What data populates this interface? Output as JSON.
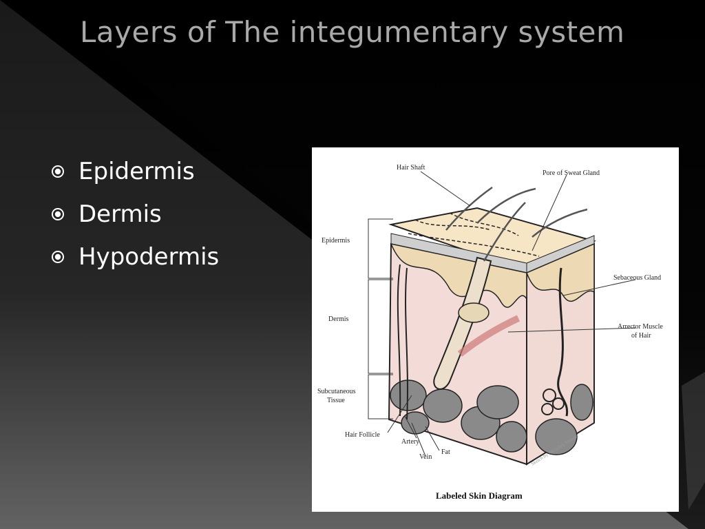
{
  "slide": {
    "title": "Layers of The integumentary system",
    "bullets": [
      {
        "text": "Epidermis"
      },
      {
        "text": "Dermis"
      },
      {
        "text": "Hypodermis"
      }
    ],
    "colors": {
      "background_dark": "#000000",
      "background_gray": "#5a5a5a",
      "title": "#a9a9a9",
      "text": "#ffffff"
    }
  },
  "figure": {
    "caption": "Labeled Skin Diagram",
    "signature": "Sketch by Abhishek Sharma",
    "labels": {
      "hair_shaft": "Hair Shaft",
      "pore": "Pore of Sweat Gland",
      "epidermis": "Epidermis",
      "sebaceous": "Sebaceous Gland",
      "dermis": "Dermis",
      "arrector_1": "Arrector Muscle",
      "arrector_2": "of Hair",
      "subcutaneous_1": "Subcutaneous",
      "subcutaneous_2": "Tissue",
      "hair_follicle": "Hair Follicle",
      "artery": "Artery",
      "fat": "Fat",
      "vein": "Vein"
    }
  }
}
